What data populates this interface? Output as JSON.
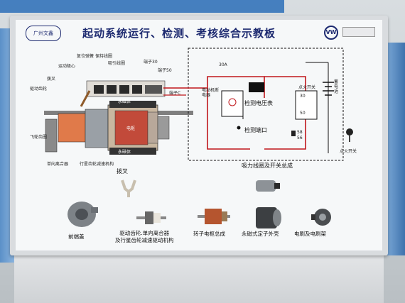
{
  "board": {
    "title": "起动系统运行、检测、考核综合示教板",
    "logo_text": "广州文鑫",
    "brand_mark": "VW"
  },
  "starter_diagram": {
    "labels": {
      "clutch_center": "运动极心",
      "reset_spring": "复位弹簧",
      "hold_coil": "保持线圈",
      "pull_coil": "吸引线圈",
      "terminal_30": "端子30",
      "terminal_50": "端子50",
      "terminal_c": "端子C",
      "pinion": "拨叉",
      "drive_gear": "驱动齿轮",
      "flywheel": "飞轮齿圈",
      "oneway": "单向离合器",
      "planetary": "行星齿轮减速机构",
      "magnet_top": "永磁体",
      "magnet_bottom": "永磁体",
      "armature": "电枢"
    }
  },
  "circuit": {
    "fuse": "30A",
    "fuse_label": "电动机断电器",
    "voltmeter_label": "检测电压表",
    "test_port_label": "检测端口",
    "switch_label": "点火开关",
    "switch_pins": [
      "30",
      "50"
    ],
    "battery_label": "蓄电池",
    "small_labels": [
      "58",
      "56"
    ],
    "caption": "吸力线圈及开关总成"
  },
  "key_label": "点火开关",
  "parts": {
    "fork": "拨叉",
    "end_cover": "前端盖",
    "drive_assy": "驱动齿轮.单向离合器\n及行星齿轮减速驱动机构",
    "rotor": "转子电枢总成",
    "stator": "永磁式定子外壳",
    "brush": "电刷及电刷架"
  }
}
